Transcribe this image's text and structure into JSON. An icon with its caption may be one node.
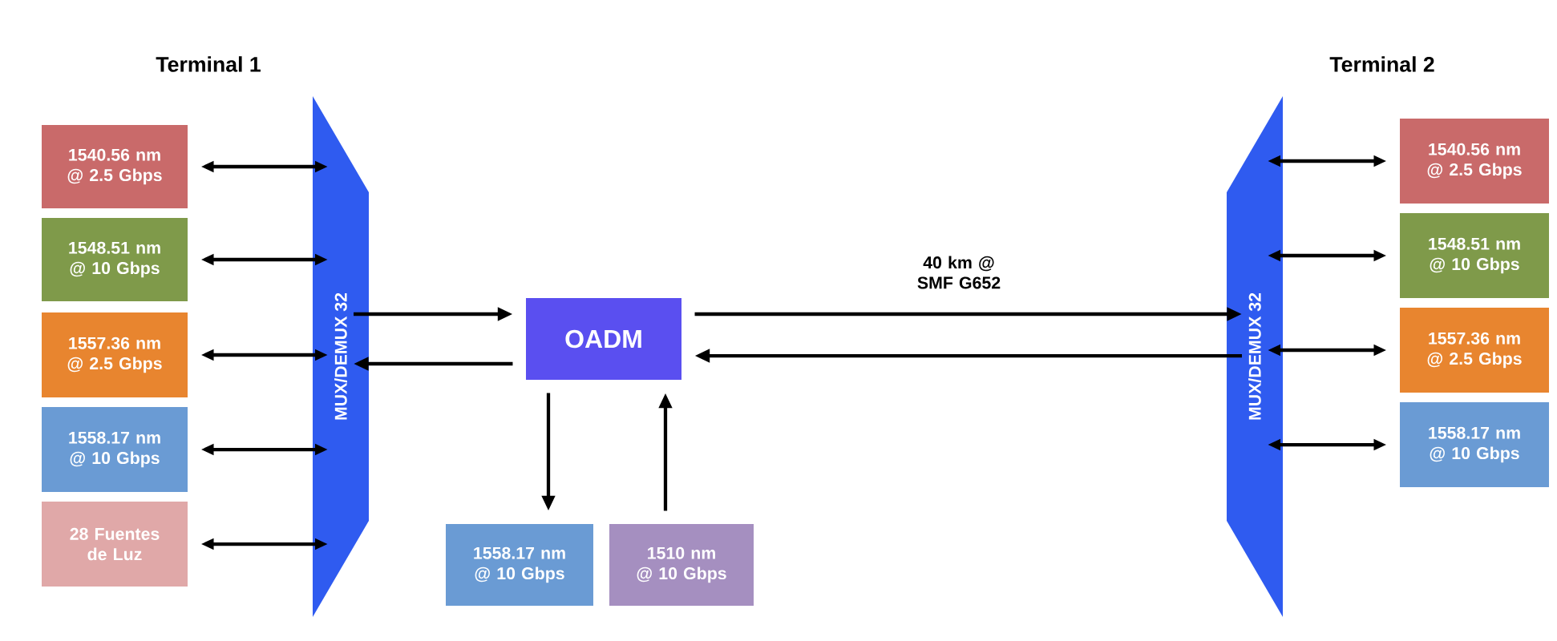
{
  "diagram": {
    "nodes": [
      {
        "text": [
          "1540.56 nm @ 2.5 Gbps"
        ]
      },
      {
        "text": [
          "1548.51 nm @ 10 Gbps"
        ]
      },
      {
        "text": [
          "1557.36 nm @ 2.5 Gbps"
        ]
      },
      {
        "text": [
          "1558.17 nm @ 10 Gbps"
        ]
      },
      {
        "text": [
          "28 Fuentes de Luz"
        ]
      },
      {
        "text": [
          "MUX/DEMUX 32"
        ]
      },
      {
        "text": [
          "OADM"
        ]
      },
      {
        "text": [
          "1558.17 nm @ 10 Gbps"
        ]
      },
      {
        "text": [
          "1510 nm @ 10 Gbps"
        ]
      },
      {
        "text": [
          "MUX/DEMUX 32"
        ]
      },
      {
        "text": [
          "1540.56 nm @ 2.5 Gbps"
        ]
      },
      {
        "text": [
          "1548.51 nm @ 10 Gbps"
        ]
      },
      {
        "text": [
          "1557.36 nm @ 2.5 Gbps"
        ]
      },
      {
        "text": [
          "1558.17 nm @ 10 Gbps"
        ]
      }
    ],
    "edges": [
      {
        "from": 0,
        "to": 5,
        "arrow": "both"
      },
      {
        "from": 1,
        "to": 5,
        "arrow": "both"
      },
      {
        "from": 2,
        "to": 5,
        "arrow": "both"
      },
      {
        "from": 3,
        "to": 5,
        "arrow": "both"
      },
      {
        "from": 4,
        "to": 5,
        "arrow": "both"
      },
      {
        "from": 5,
        "to": 6,
        "arrow": "to"
      },
      {
        "from": 6,
        "to": 5,
        "arrow": "to"
      },
      {
        "from": 6,
        "to": 9,
        "arrow": "to",
        "label": "40 km @ SMF G652"
      },
      {
        "from": 9,
        "to": 6,
        "arrow": "to"
      },
      {
        "from": 6,
        "to": 7,
        "arrow": "to"
      },
      {
        "from": 8,
        "to": 6,
        "arrow": "to"
      },
      {
        "from": 9,
        "to": 10,
        "arrow": "both"
      },
      {
        "from": 9,
        "to": 11,
        "arrow": "both"
      },
      {
        "from": 9,
        "to": 12,
        "arrow": "both"
      },
      {
        "from": 9,
        "to": 13,
        "arrow": "both"
      }
    ],
    "labels": [
      "Terminal 1",
      "Terminal 2"
    ]
  }
}
